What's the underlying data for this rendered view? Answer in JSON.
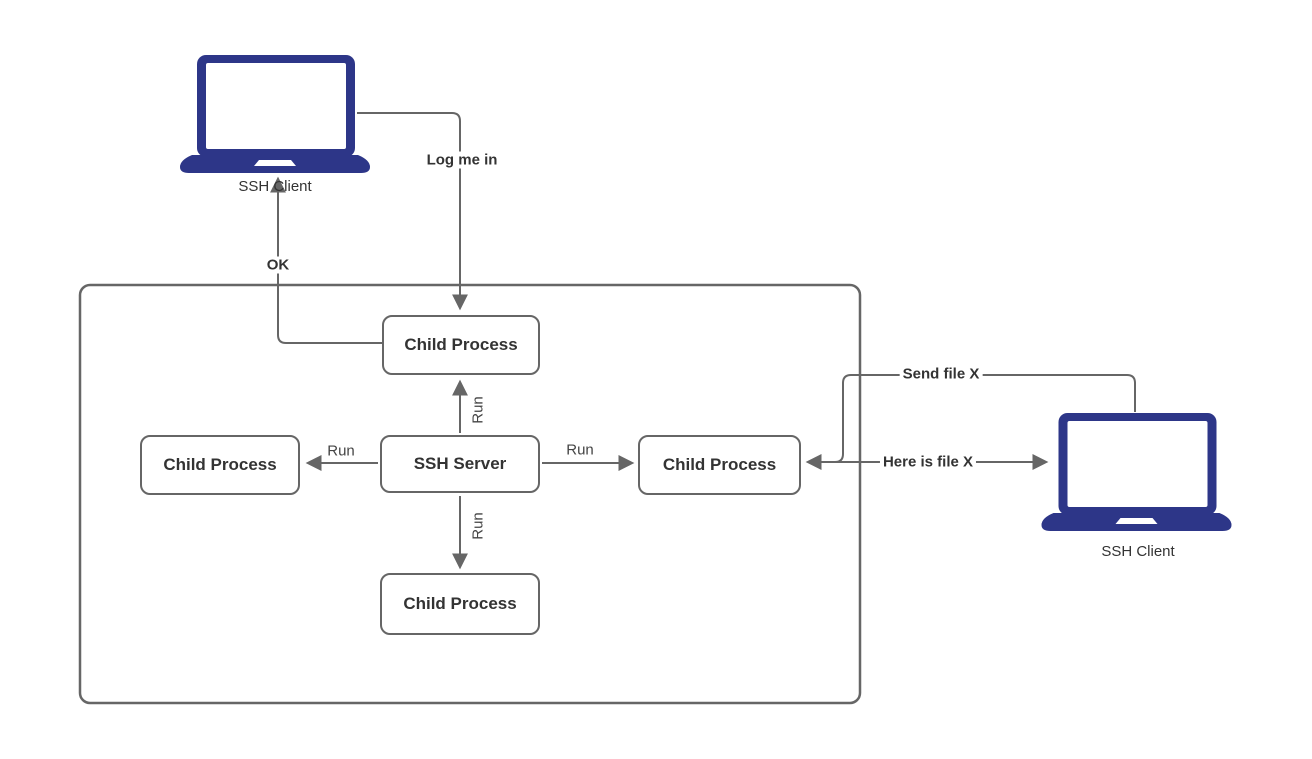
{
  "colors": {
    "laptop_fill": "#2d3688",
    "connector": "#666666",
    "node_border": "#666666",
    "text": "#333333"
  },
  "nodes": {
    "client_left": {
      "label": "SSH Client"
    },
    "client_right": {
      "label": "SSH Client"
    },
    "child_top": {
      "label": "Child Process"
    },
    "child_left": {
      "label": "Child Process"
    },
    "child_right": {
      "label": "Child Process"
    },
    "child_bottom": {
      "label": "Child Process"
    },
    "server": {
      "label": "SSH Server"
    }
  },
  "edges": {
    "log_me_in": {
      "label": "Log me in"
    },
    "ok": {
      "label": "OK"
    },
    "run_up": {
      "label": "Run"
    },
    "run_down": {
      "label": "Run"
    },
    "run_left": {
      "label": "Run"
    },
    "run_right": {
      "label": "Run"
    },
    "send_file": {
      "label": "Send file X"
    },
    "here_is_file": {
      "label": "Here is file X"
    }
  }
}
